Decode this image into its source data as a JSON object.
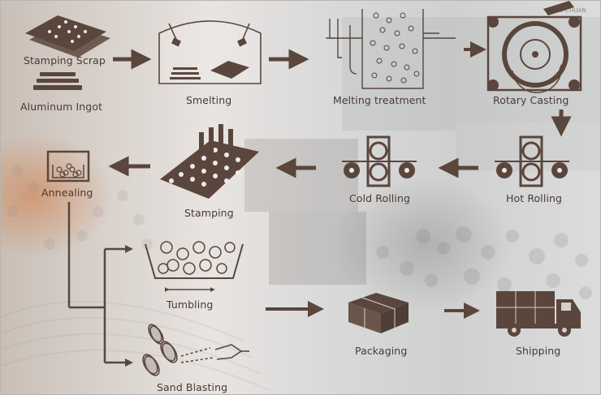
{
  "watermark": "NG-CHUAN",
  "steps": {
    "stamping_scrap": "Stamping Scrap",
    "aluminum_ingot": "Aluminum Ingot",
    "smelting": "Smelting",
    "melting_treatment": "Melting treatment",
    "rotary_casting": "Rotary Casting",
    "hot_rolling": "Hot Rolling",
    "cold_rolling": "Cold Rolling",
    "stamping": "Stamping",
    "annealing": "Annealing",
    "tumbling": "Tumbling",
    "sand_blasting": "Sand Blasting",
    "packaging": "Packaging",
    "shipping": "Shipping"
  },
  "colors": {
    "ink": "#5a463c",
    "accent": "#4a3a32"
  }
}
